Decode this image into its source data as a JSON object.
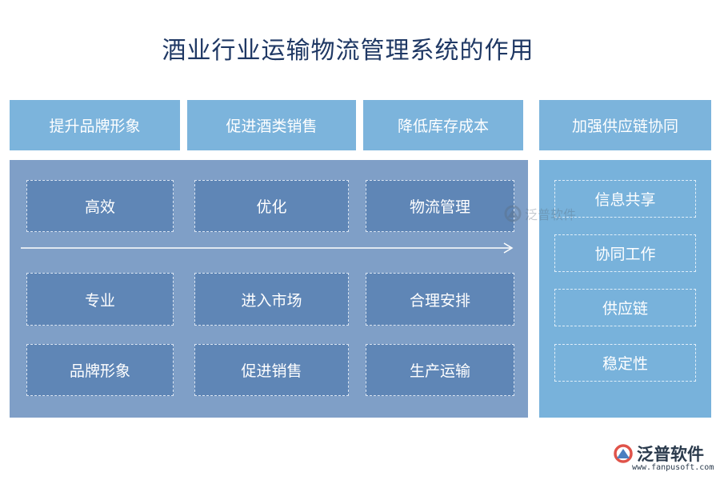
{
  "title": "酒业行业运输物流管理系统的作用",
  "headers": [
    "提升品牌形象",
    "促进酒类销售",
    "降低库存成本",
    "加强供应链协同"
  ],
  "left_grid": {
    "row1": [
      "高效",
      "优化",
      "物流管理"
    ],
    "row2": [
      "专业",
      "进入市场",
      "合理安排"
    ],
    "row3": [
      "品牌形象",
      "促进销售",
      "生产运输"
    ]
  },
  "right_items": [
    "信息共享",
    "协同工作",
    "供应链",
    "稳定性"
  ],
  "watermark": {
    "text": "泛普软件",
    "icon": "fanpu-logo-icon"
  },
  "logo": {
    "text": "泛普软件",
    "url": "www.fanpusoft.com",
    "icon": "fanpu-logo-icon"
  },
  "colors": {
    "header": "#7cb4dc",
    "left_panel": "#7f9fc7",
    "left_cell": "#5f86b6",
    "right_panel": "#78b2db",
    "title": "#1f3864"
  }
}
